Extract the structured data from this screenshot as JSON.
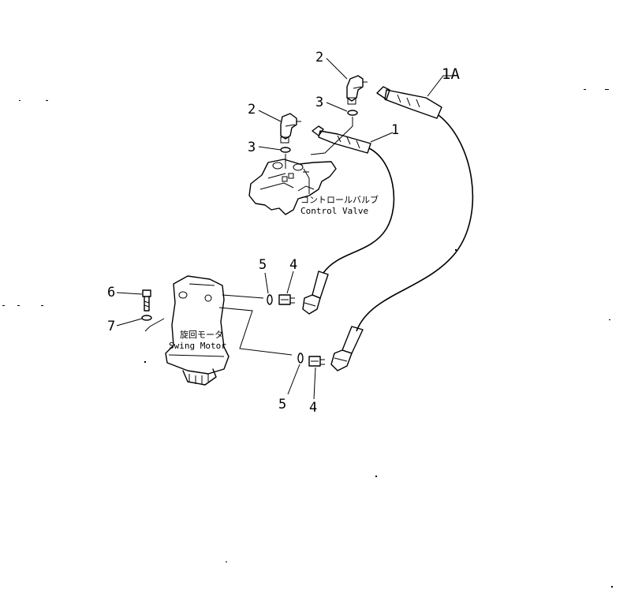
{
  "callouts": {
    "hose_1a": "1A",
    "hose_1": "1",
    "elbow_top": "2",
    "elbow_left": "2",
    "oring_top": "3",
    "oring_left": "3",
    "union_upper": "4",
    "union_lower": "4",
    "oring_union_upper": "5",
    "oring_union_lower": "5",
    "bolt": "6",
    "washer": "7"
  },
  "labels": {
    "control_valve_jp": "コントロールバルブ",
    "control_valve_en": "Control Valve",
    "swing_motor_jp": "旋回モータ",
    "swing_motor_en": "Swing Motor"
  }
}
